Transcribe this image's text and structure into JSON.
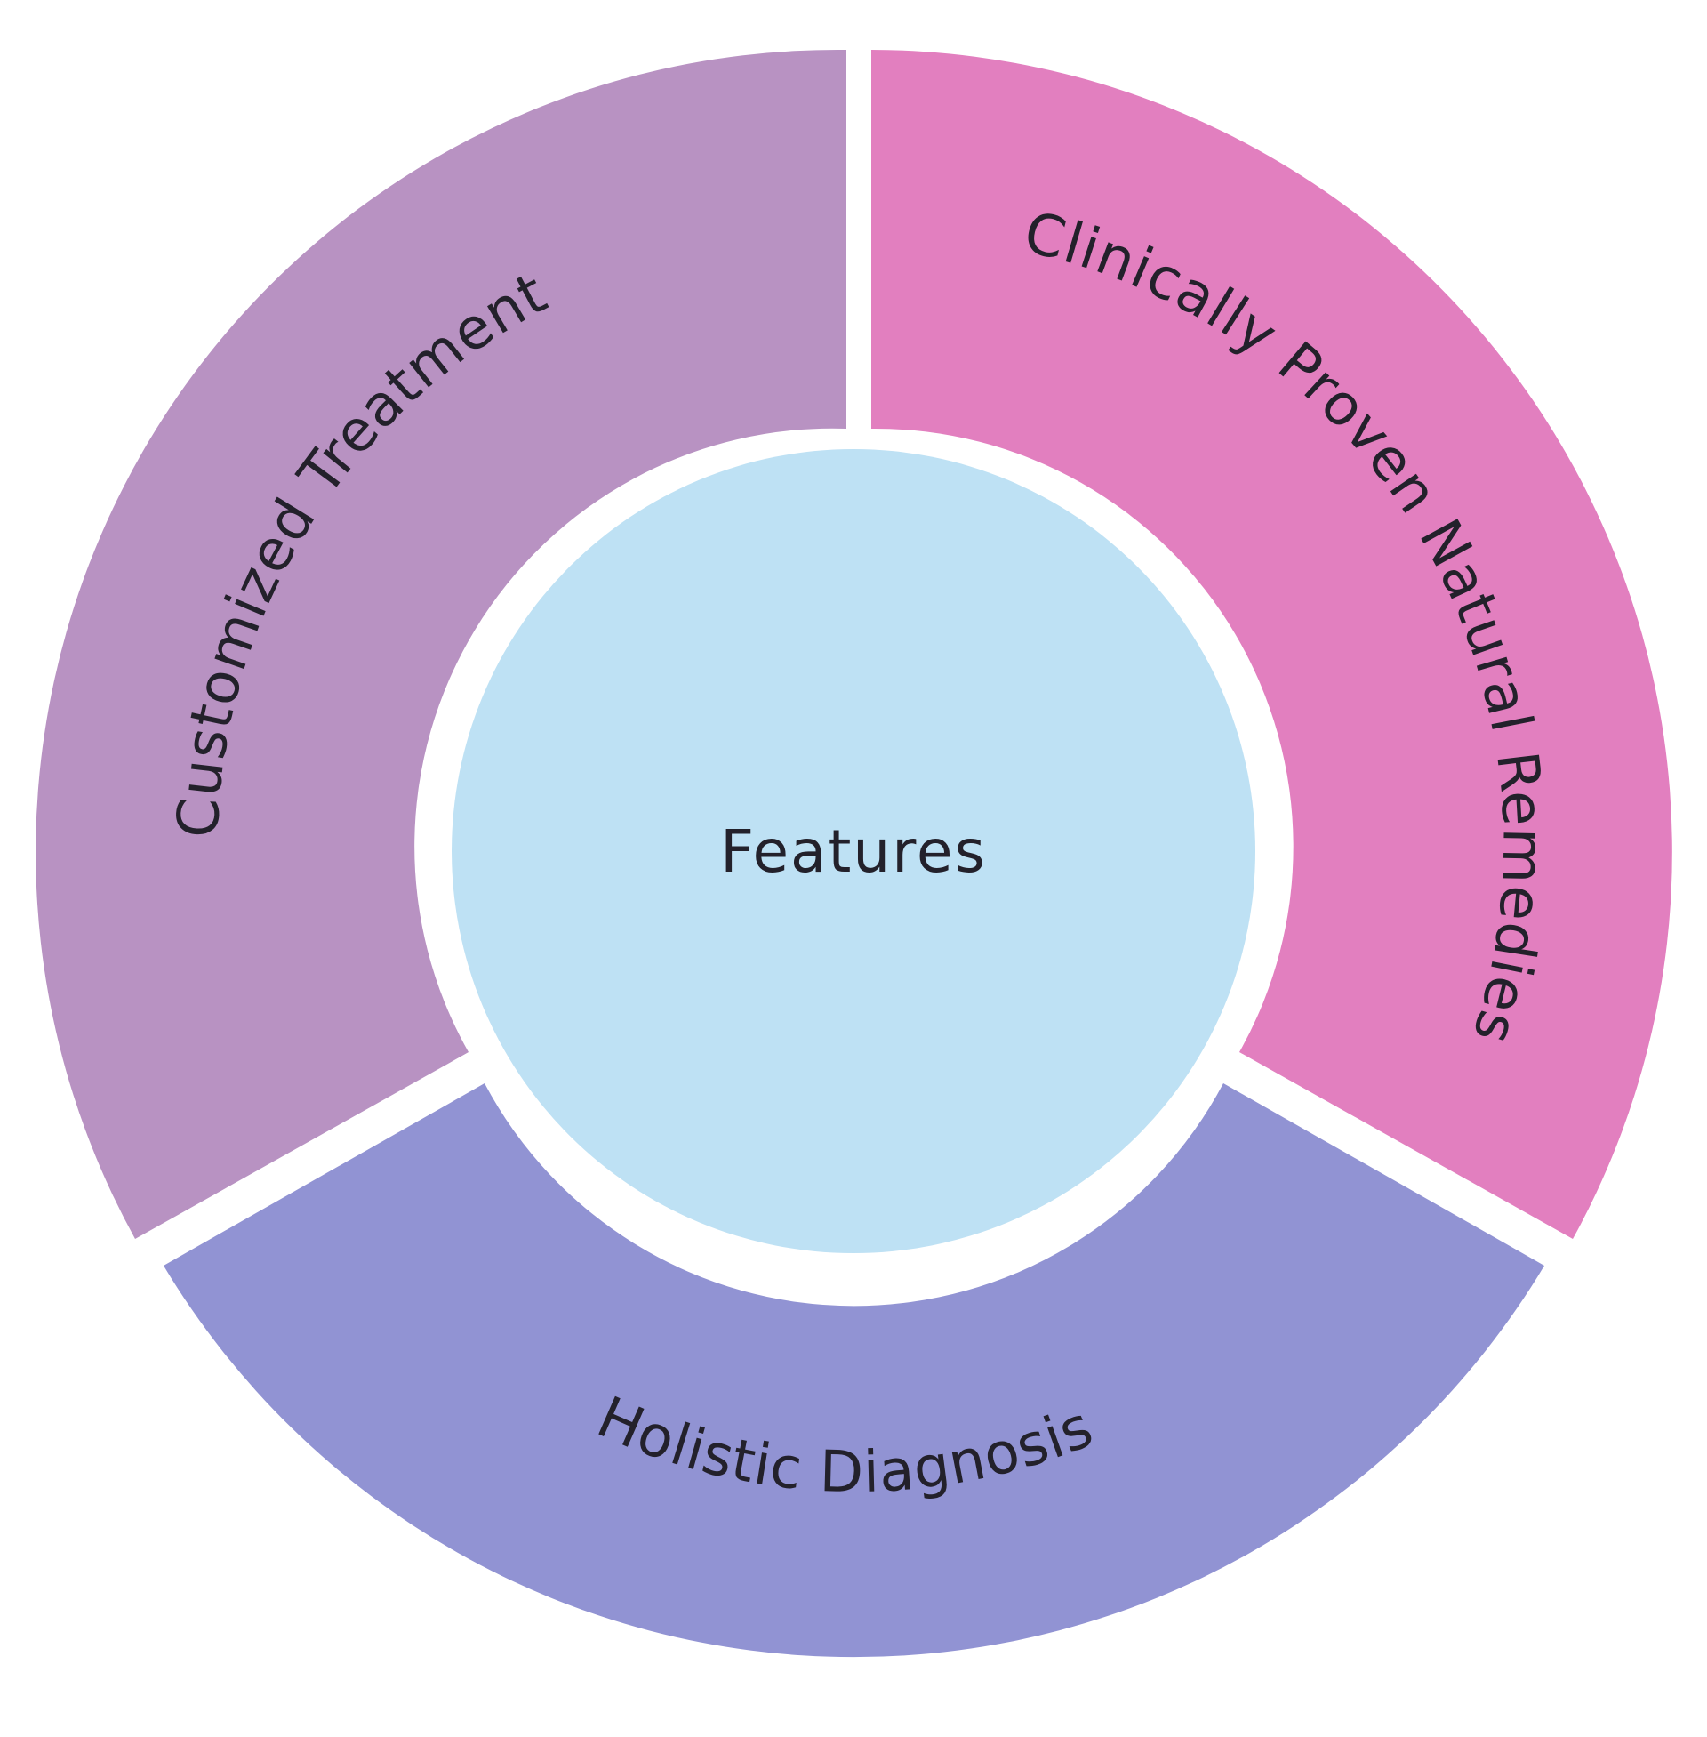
{
  "center": {
    "label": "Features",
    "color": "#bee1f4"
  },
  "segments": [
    {
      "id": "customized-treatment",
      "label": "Customized Treatment",
      "color": "#b892c2"
    },
    {
      "id": "clinically-proven",
      "label": "Clinically Proven Natural Remedies",
      "color": "#e27fbf"
    },
    {
      "id": "holistic-diagnosis",
      "label": "Holistic Diagnosis",
      "color": "#9193d3"
    }
  ]
}
